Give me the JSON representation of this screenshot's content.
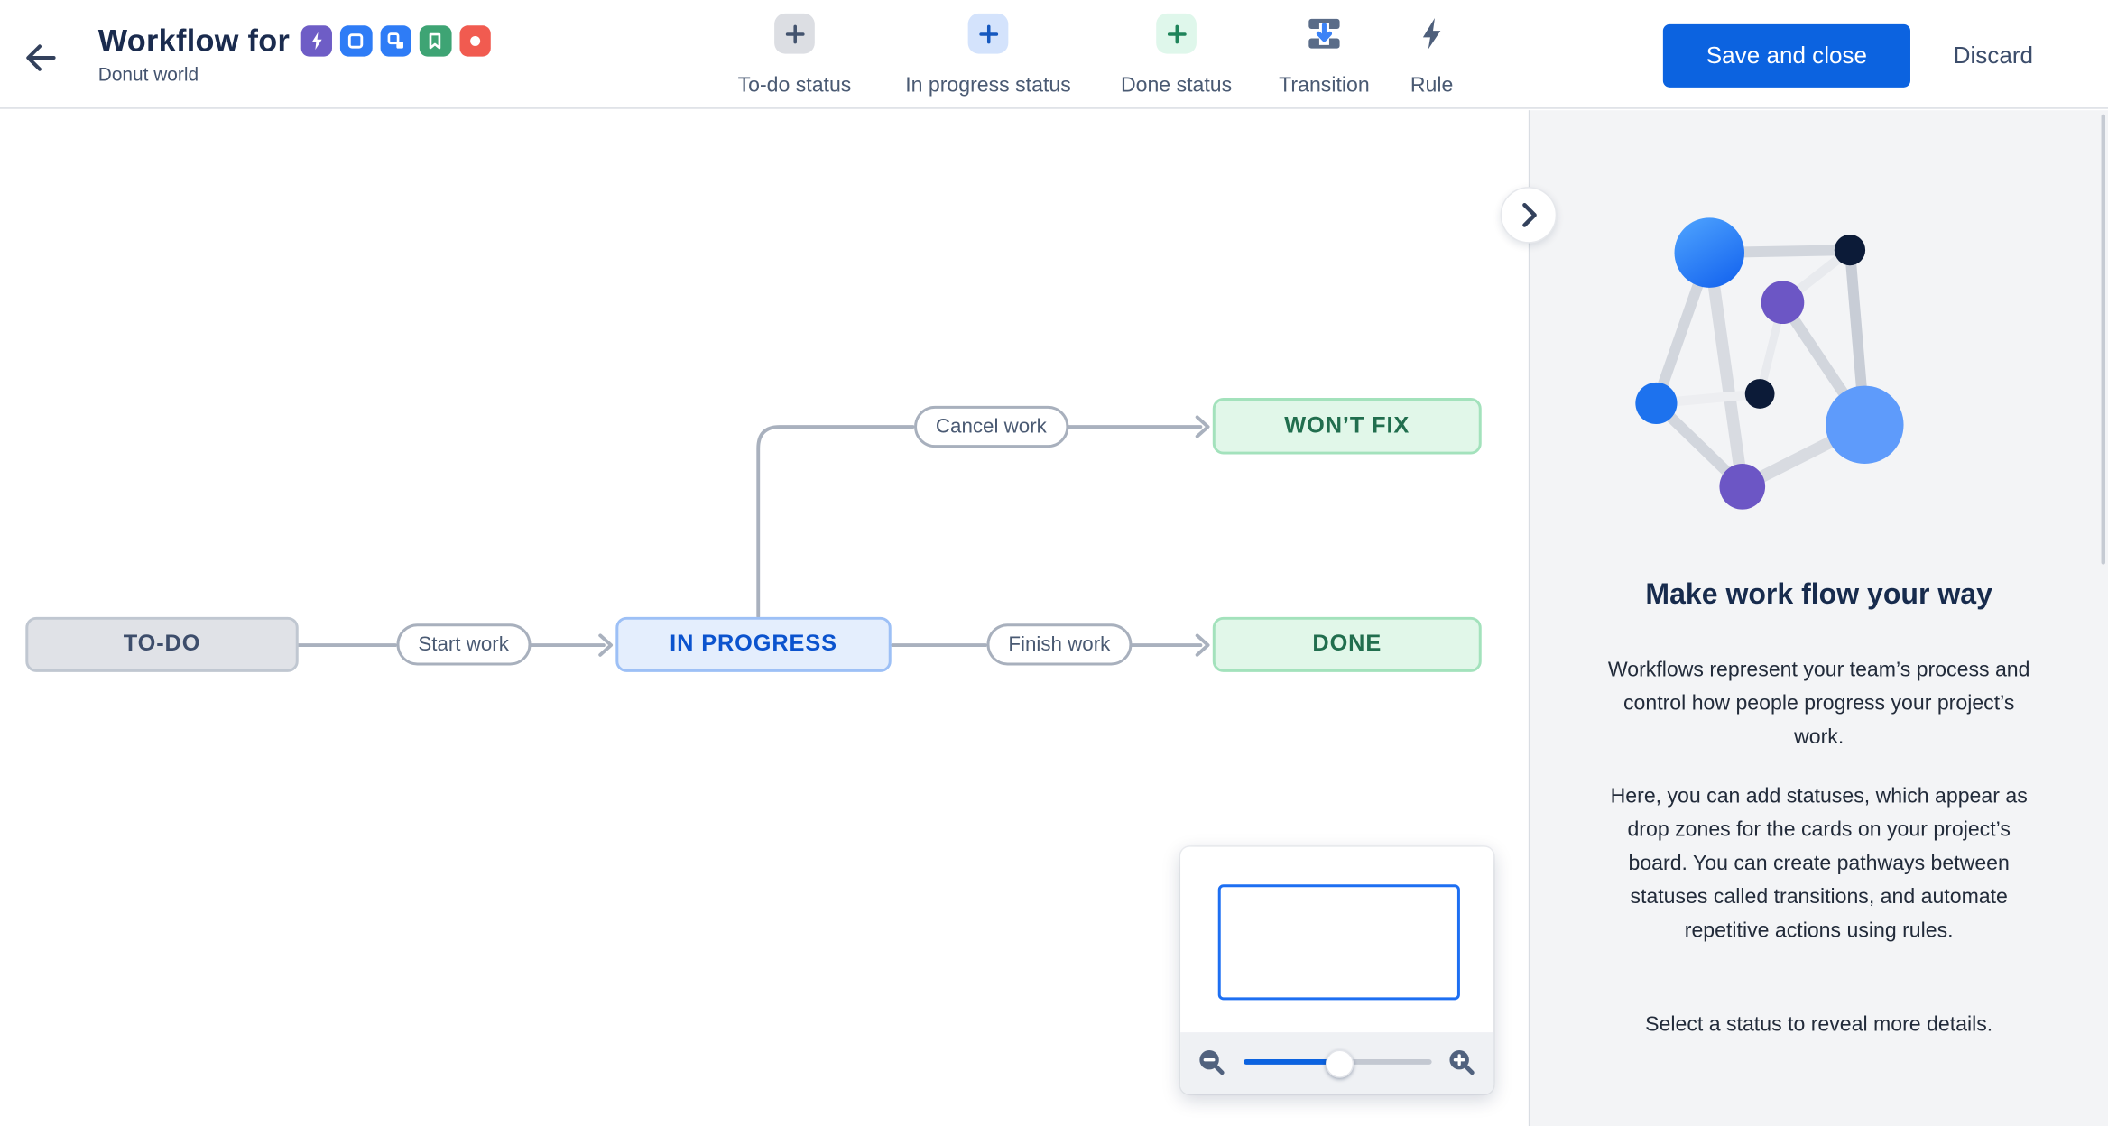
{
  "header": {
    "title": "Workflow for",
    "project_name": "Donut world",
    "issue_types": [
      {
        "name": "epic",
        "color": "#6E5DC6"
      },
      {
        "name": "task",
        "color": "#2E7CF6"
      },
      {
        "name": "subtask",
        "color": "#2E7CF6"
      },
      {
        "name": "story",
        "color": "#3EA474"
      },
      {
        "name": "bug",
        "color": "#F15B50"
      }
    ],
    "save_label": "Save and close",
    "discard_label": "Discard"
  },
  "toolbar": {
    "items": [
      {
        "label": "To-do status",
        "chip_bg": "#DCDEE3",
        "plus_color": "#43536E"
      },
      {
        "label": "In progress status",
        "chip_bg": "#D4E3FC",
        "plus_color": "#1558BF"
      },
      {
        "label": "Done status",
        "chip_bg": "#DFF7EB",
        "plus_color": "#1F845A"
      },
      {
        "label": "Transition",
        "icon": "transition-icon"
      },
      {
        "label": "Rule",
        "icon": "lightning-icon"
      }
    ]
  },
  "canvas": {
    "statuses": [
      {
        "label": "TO-DO",
        "category": "todo",
        "bg": "#E0E2E7",
        "border": "#C0C7D1",
        "text": "#3D4D6B"
      },
      {
        "label": "IN PROGRESS",
        "category": "in-progress",
        "bg": "#E4EEFD",
        "border": "#9DC0F6",
        "text": "#0B53CE"
      },
      {
        "label": "DONE",
        "category": "done",
        "bg": "#E1F7E9",
        "border": "#A3E2BC",
        "text": "#216E4E"
      },
      {
        "label": "WON’T FIX",
        "category": "done",
        "bg": "#E1F7E9",
        "border": "#A3E2BC",
        "text": "#216E4E"
      }
    ],
    "transitions": [
      {
        "label": "Start work"
      },
      {
        "label": "Finish work"
      },
      {
        "label": "Cancel work"
      }
    ],
    "connector_color": "#A9B1BE"
  },
  "minimap": {
    "zoom_slider_value": 0.5,
    "viewport_border_color": "#1D6FF2",
    "slider_fill_color": "#0C63E0"
  },
  "sidebar": {
    "heading": "Make work flow your way",
    "paragraphs": [
      "Workflows represent your team’s process and control how people progress your project’s work.",
      "Here, you can add statuses, which appear as drop zones for the cards on your project’s board. You can create pathways between statuses called transitions, and automate repetitive actions using rules.",
      "Select a status to reveal more details."
    ]
  },
  "colors": {
    "primary_button": "#0C63E0",
    "header_text": "#1A2B4E",
    "sidebar_bg": "#F3F4F6"
  }
}
